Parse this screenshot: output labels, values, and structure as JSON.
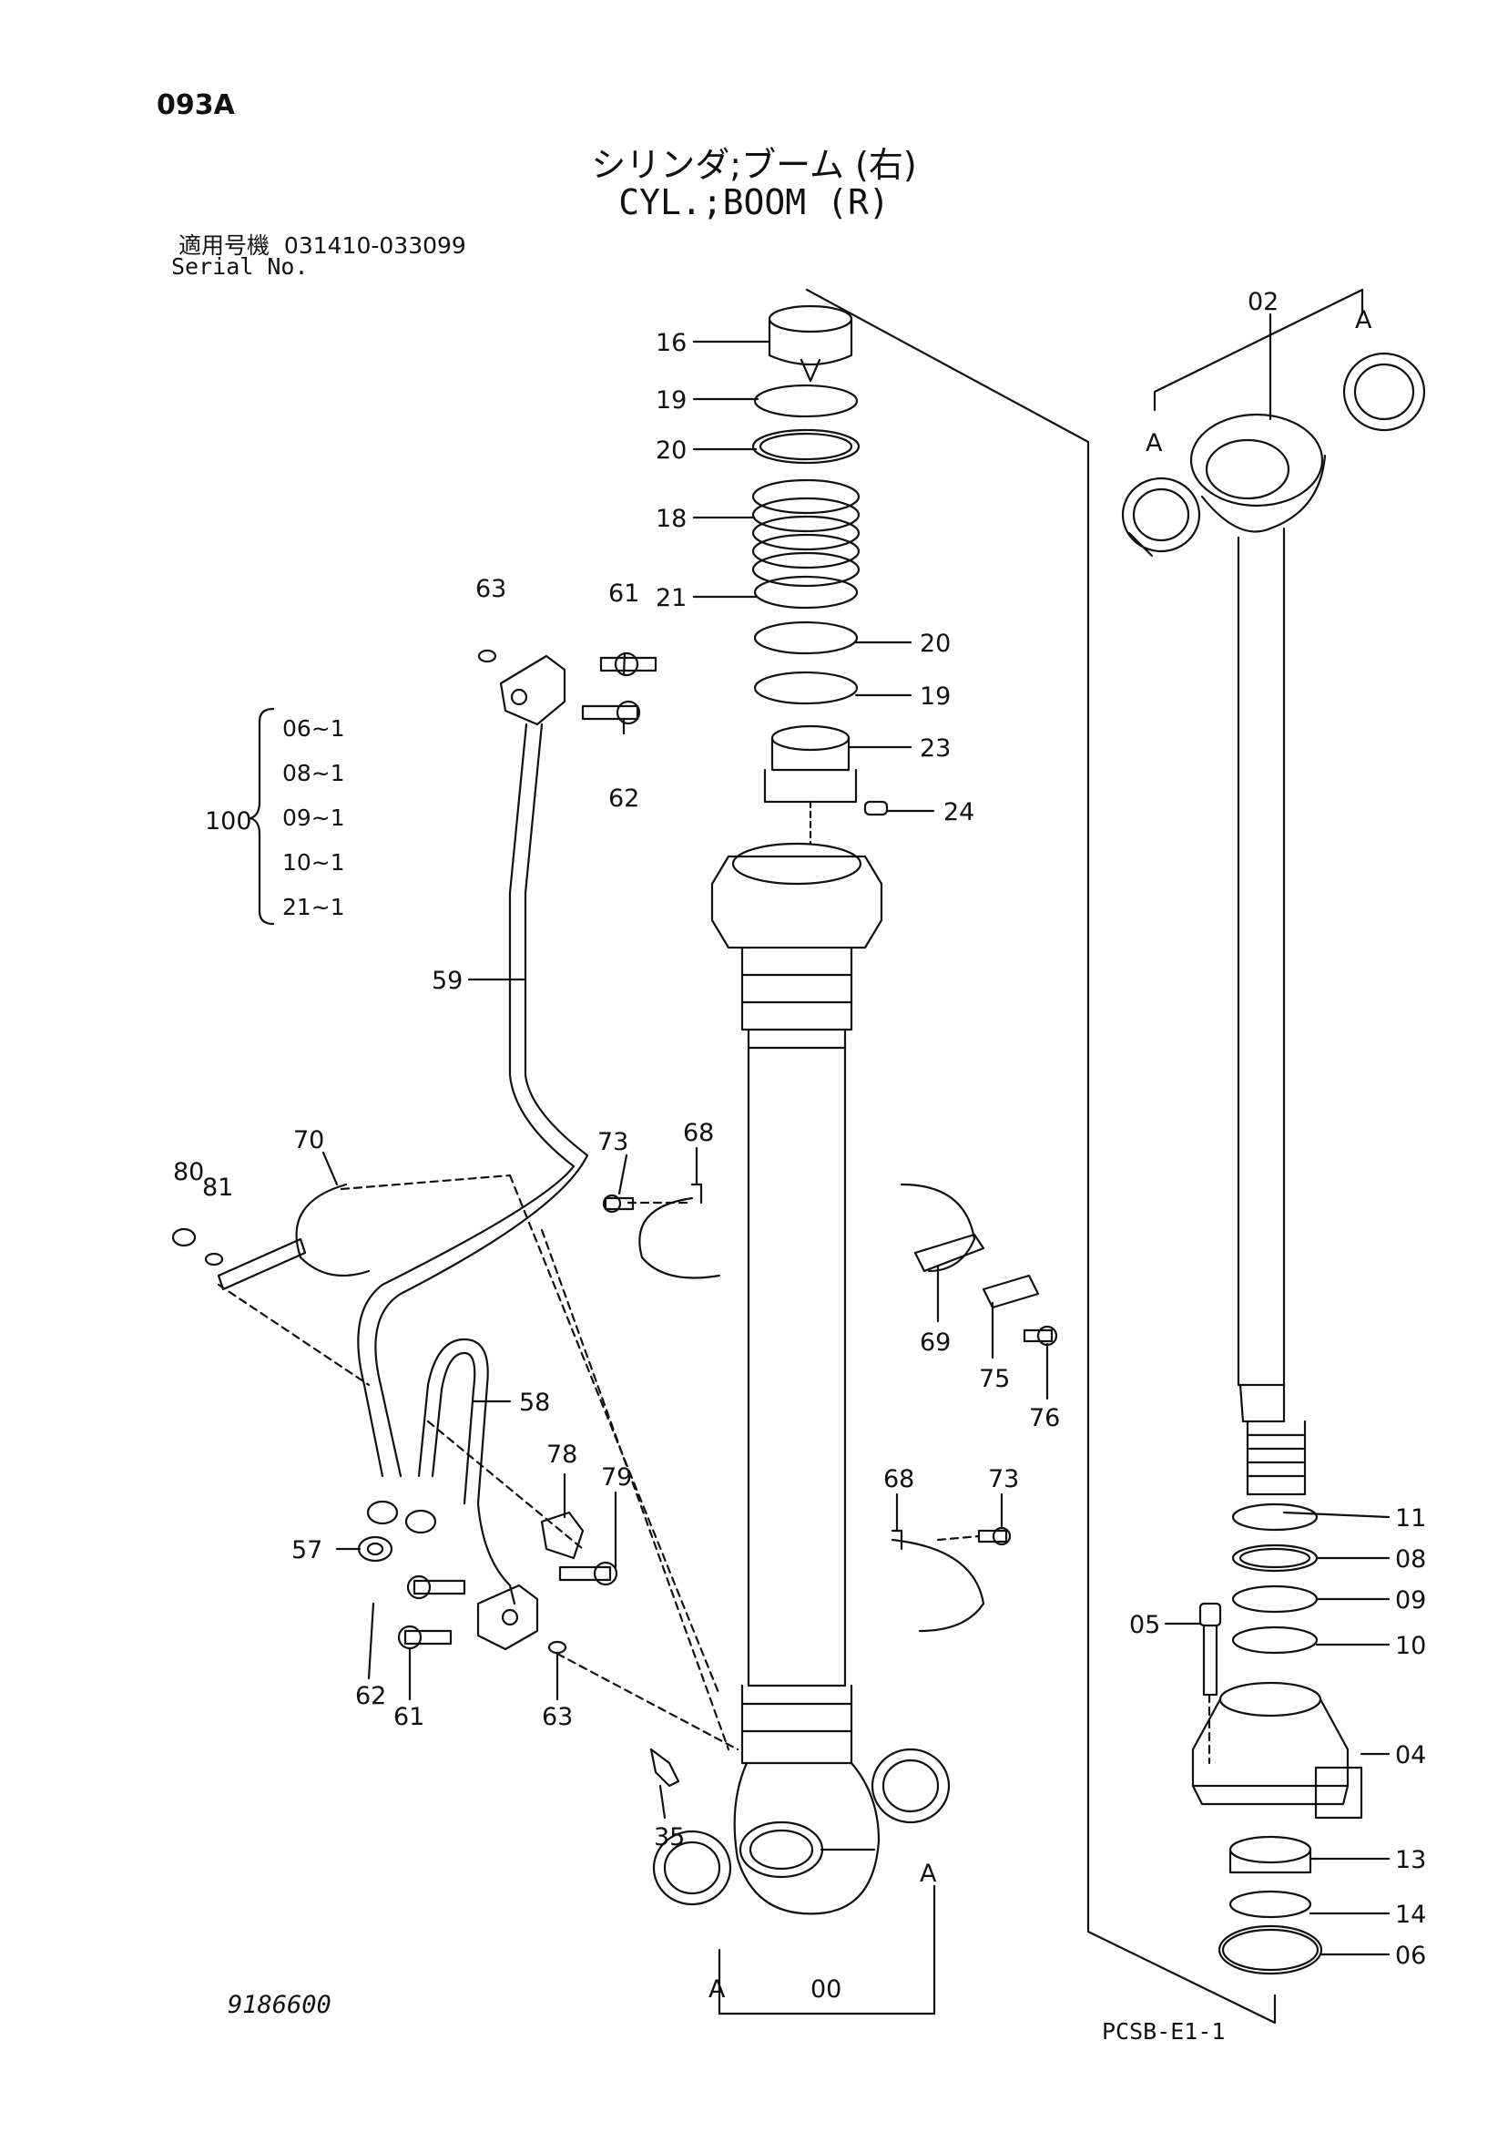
{
  "header": {
    "page_code": "093A",
    "title_jp": "シリンダ;ブーム (右)",
    "title_en": "CYL.;BOOM (R)",
    "serial_label_jp": "適用号機",
    "serial_range": "031410-033099",
    "serial_label_en": "Serial No."
  },
  "footer": {
    "drawing_no": "9186600",
    "sheet_code": "PCSB-E1-1"
  },
  "kit": {
    "number": "100",
    "items": [
      "06~1",
      "08~1",
      "09~1",
      "10~1",
      "21~1"
    ]
  },
  "callouts": {
    "c16": "16",
    "c19a": "19",
    "c20a": "20",
    "c18": "18",
    "c21": "21",
    "c20b": "20",
    "c19b": "19",
    "c23": "23",
    "c24": "24",
    "c63a": "63",
    "c61a": "61",
    "c62a": "62",
    "c59": "59",
    "c70": "70",
    "c80": "80",
    "c81": "81",
    "c73a": "73",
    "c68a": "68",
    "c69": "69",
    "c75": "75",
    "c76": "76",
    "c58": "58",
    "c78": "78",
    "c79": "79",
    "c57": "57",
    "c62b": "62",
    "c61b": "61",
    "c63b": "63",
    "c68b": "68",
    "c73b": "73",
    "c35": "35",
    "c00": "00",
    "c02": "02",
    "c11": "11",
    "c08": "08",
    "c09": "09",
    "c05": "05",
    "c10": "10",
    "c04": "04",
    "c13": "13",
    "c14": "14",
    "c06": "06",
    "a1": "A",
    "a2": "A",
    "a3": "A",
    "a4": "A"
  }
}
